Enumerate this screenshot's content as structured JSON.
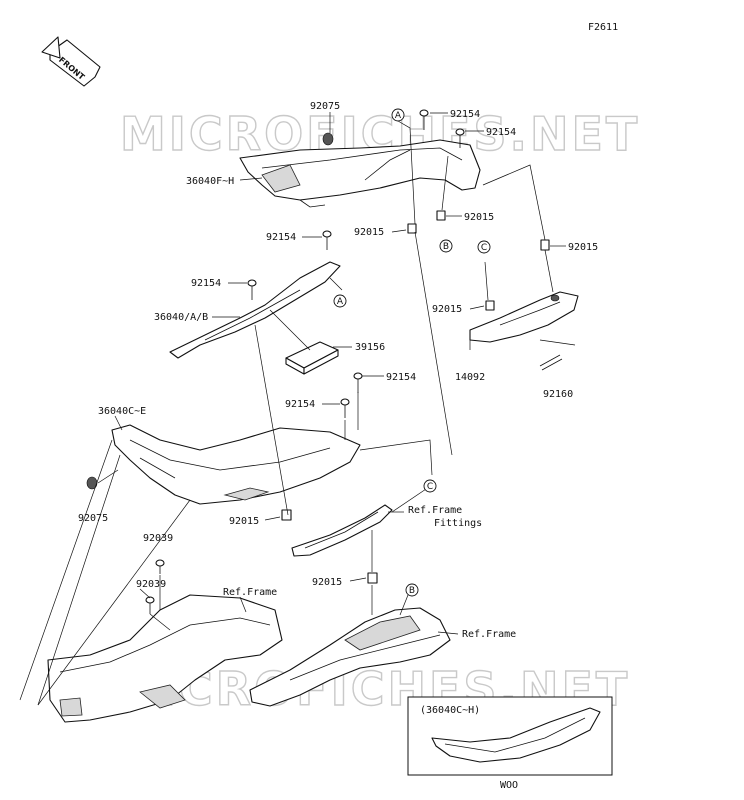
{
  "figure_id": "F2611",
  "front_arrow": {
    "label": "FRONT",
    "icon": "front-direction-arrow-icon"
  },
  "watermarks": [
    "MICROFICHES.NET",
    "MICROFICHES.NET"
  ],
  "part_labels": [
    "92075",
    "36040F~H",
    "92154",
    "92154",
    "92015",
    "92015",
    "92015",
    "92154",
    "92154",
    "36040/A/B",
    "39156",
    "92015",
    "14092",
    "92160",
    "92154",
    "92154",
    "36040C~E",
    "92075",
    "92015",
    "Ref.Frame",
    "Fittings",
    "92039",
    "92039",
    "Ref.Frame",
    "92015",
    "Ref.Frame"
  ],
  "callouts": [
    "A",
    "A",
    "B",
    "B",
    "C",
    "C"
  ],
  "inset": {
    "title": "(36040C~H)",
    "caption": "WOO"
  }
}
